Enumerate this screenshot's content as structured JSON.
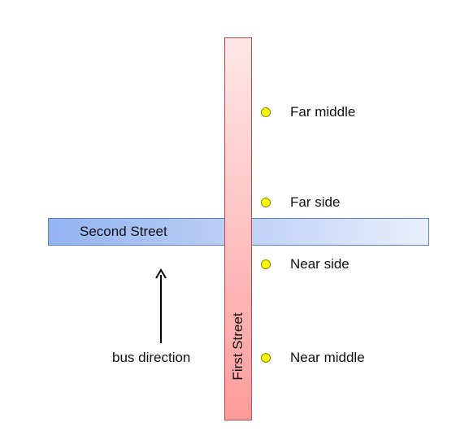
{
  "streets": {
    "horizontal_label": "Second Street",
    "vertical_label": "First Street",
    "horizontal_color": "#93b3f0",
    "vertical_color": "#ff9c9c"
  },
  "stops": [
    {
      "label": "Far middle",
      "icon": "circle-marker",
      "color": "#ffff00"
    },
    {
      "label": "Far side",
      "icon": "circle-marker",
      "color": "#ffff00"
    },
    {
      "label": "Near side",
      "icon": "circle-marker",
      "color": "#ffff00"
    },
    {
      "label": "Near middle",
      "icon": "circle-marker",
      "color": "#ffff00"
    }
  ],
  "direction": {
    "label": "bus direction",
    "icon": "up-arrow"
  }
}
